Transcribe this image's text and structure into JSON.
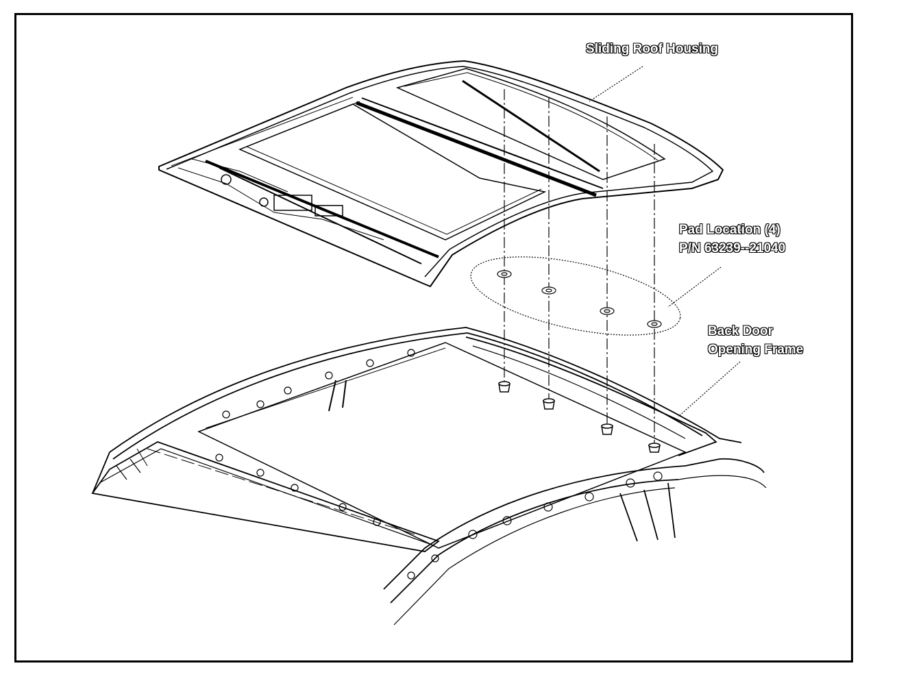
{
  "callouts": {
    "sliding_roof_housing": "Sliding Roof Housing",
    "pad_location_line1": "Pad Location (4)",
    "pad_location_line2": "P/N  63239--21040",
    "back_door_line1": "Back Door",
    "back_door_line2": "Opening Frame"
  },
  "colors": {
    "line": "#000000",
    "background": "#ffffff"
  }
}
